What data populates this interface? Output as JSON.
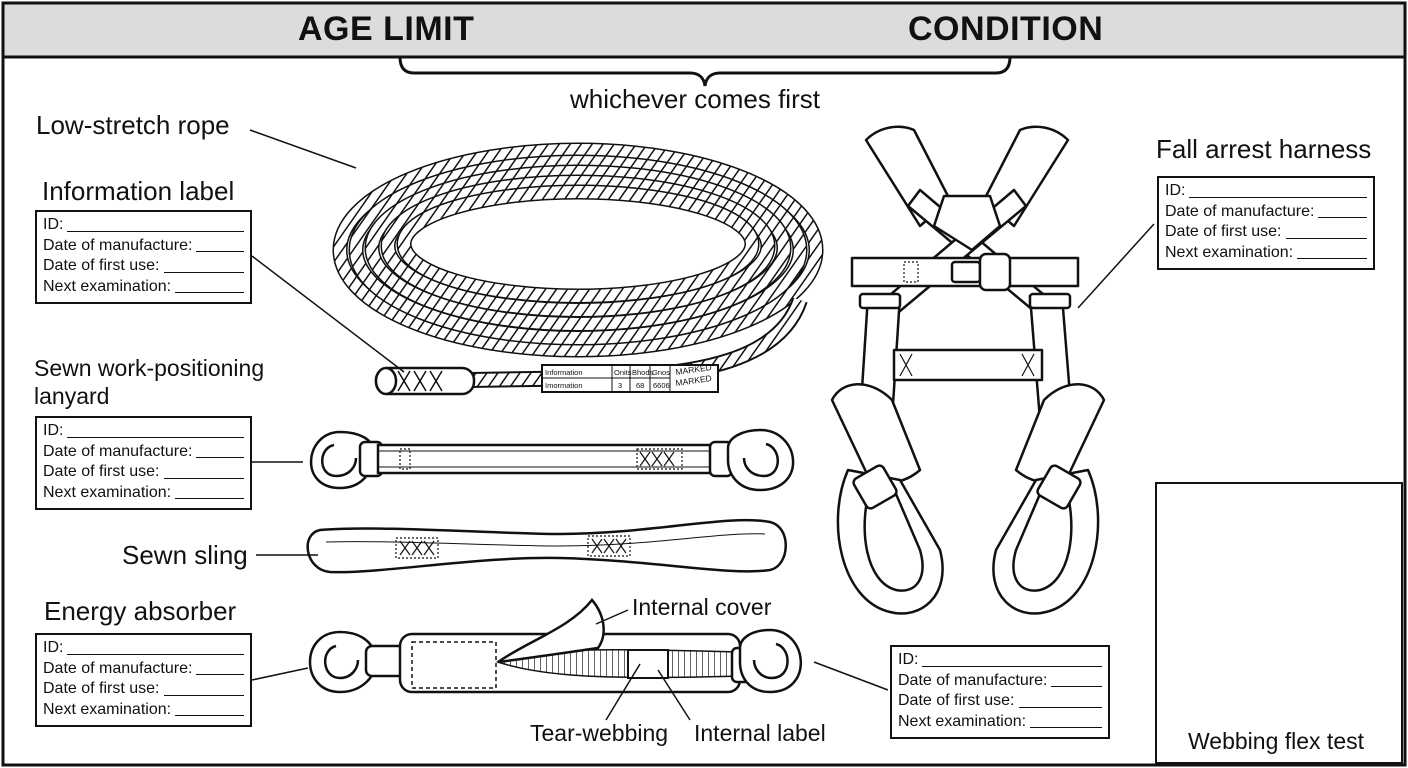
{
  "header": {
    "left_title": "AGE LIMIT",
    "right_title": "CONDITION",
    "brace_caption": "whichever comes first"
  },
  "callouts": {
    "rope": "Low-stretch rope",
    "info_label": "Information label",
    "lanyard_line1": "Sewn work-positioning",
    "lanyard_line2": "lanyard",
    "sling": "Sewn sling",
    "energy_absorber": "Energy absorber",
    "internal_cover": "Internal cover",
    "tear_webbing": "Tear-webbing",
    "internal_label": "Internal label",
    "harness": "Fall arrest harness",
    "flex_test": "Webbing flex test"
  },
  "info_fields": {
    "id": "ID:",
    "manufacture": "Date of manufacture:",
    "first_use": "Date of first use:",
    "next_exam": "Next examination:"
  },
  "rope_tag": {
    "row1": [
      "Information",
      "Onits",
      "Bhods",
      "Gnos"
    ],
    "row2": [
      "Imormation",
      "3",
      "68",
      "6606"
    ],
    "marks": [
      "MARKED",
      "MARKED"
    ]
  }
}
